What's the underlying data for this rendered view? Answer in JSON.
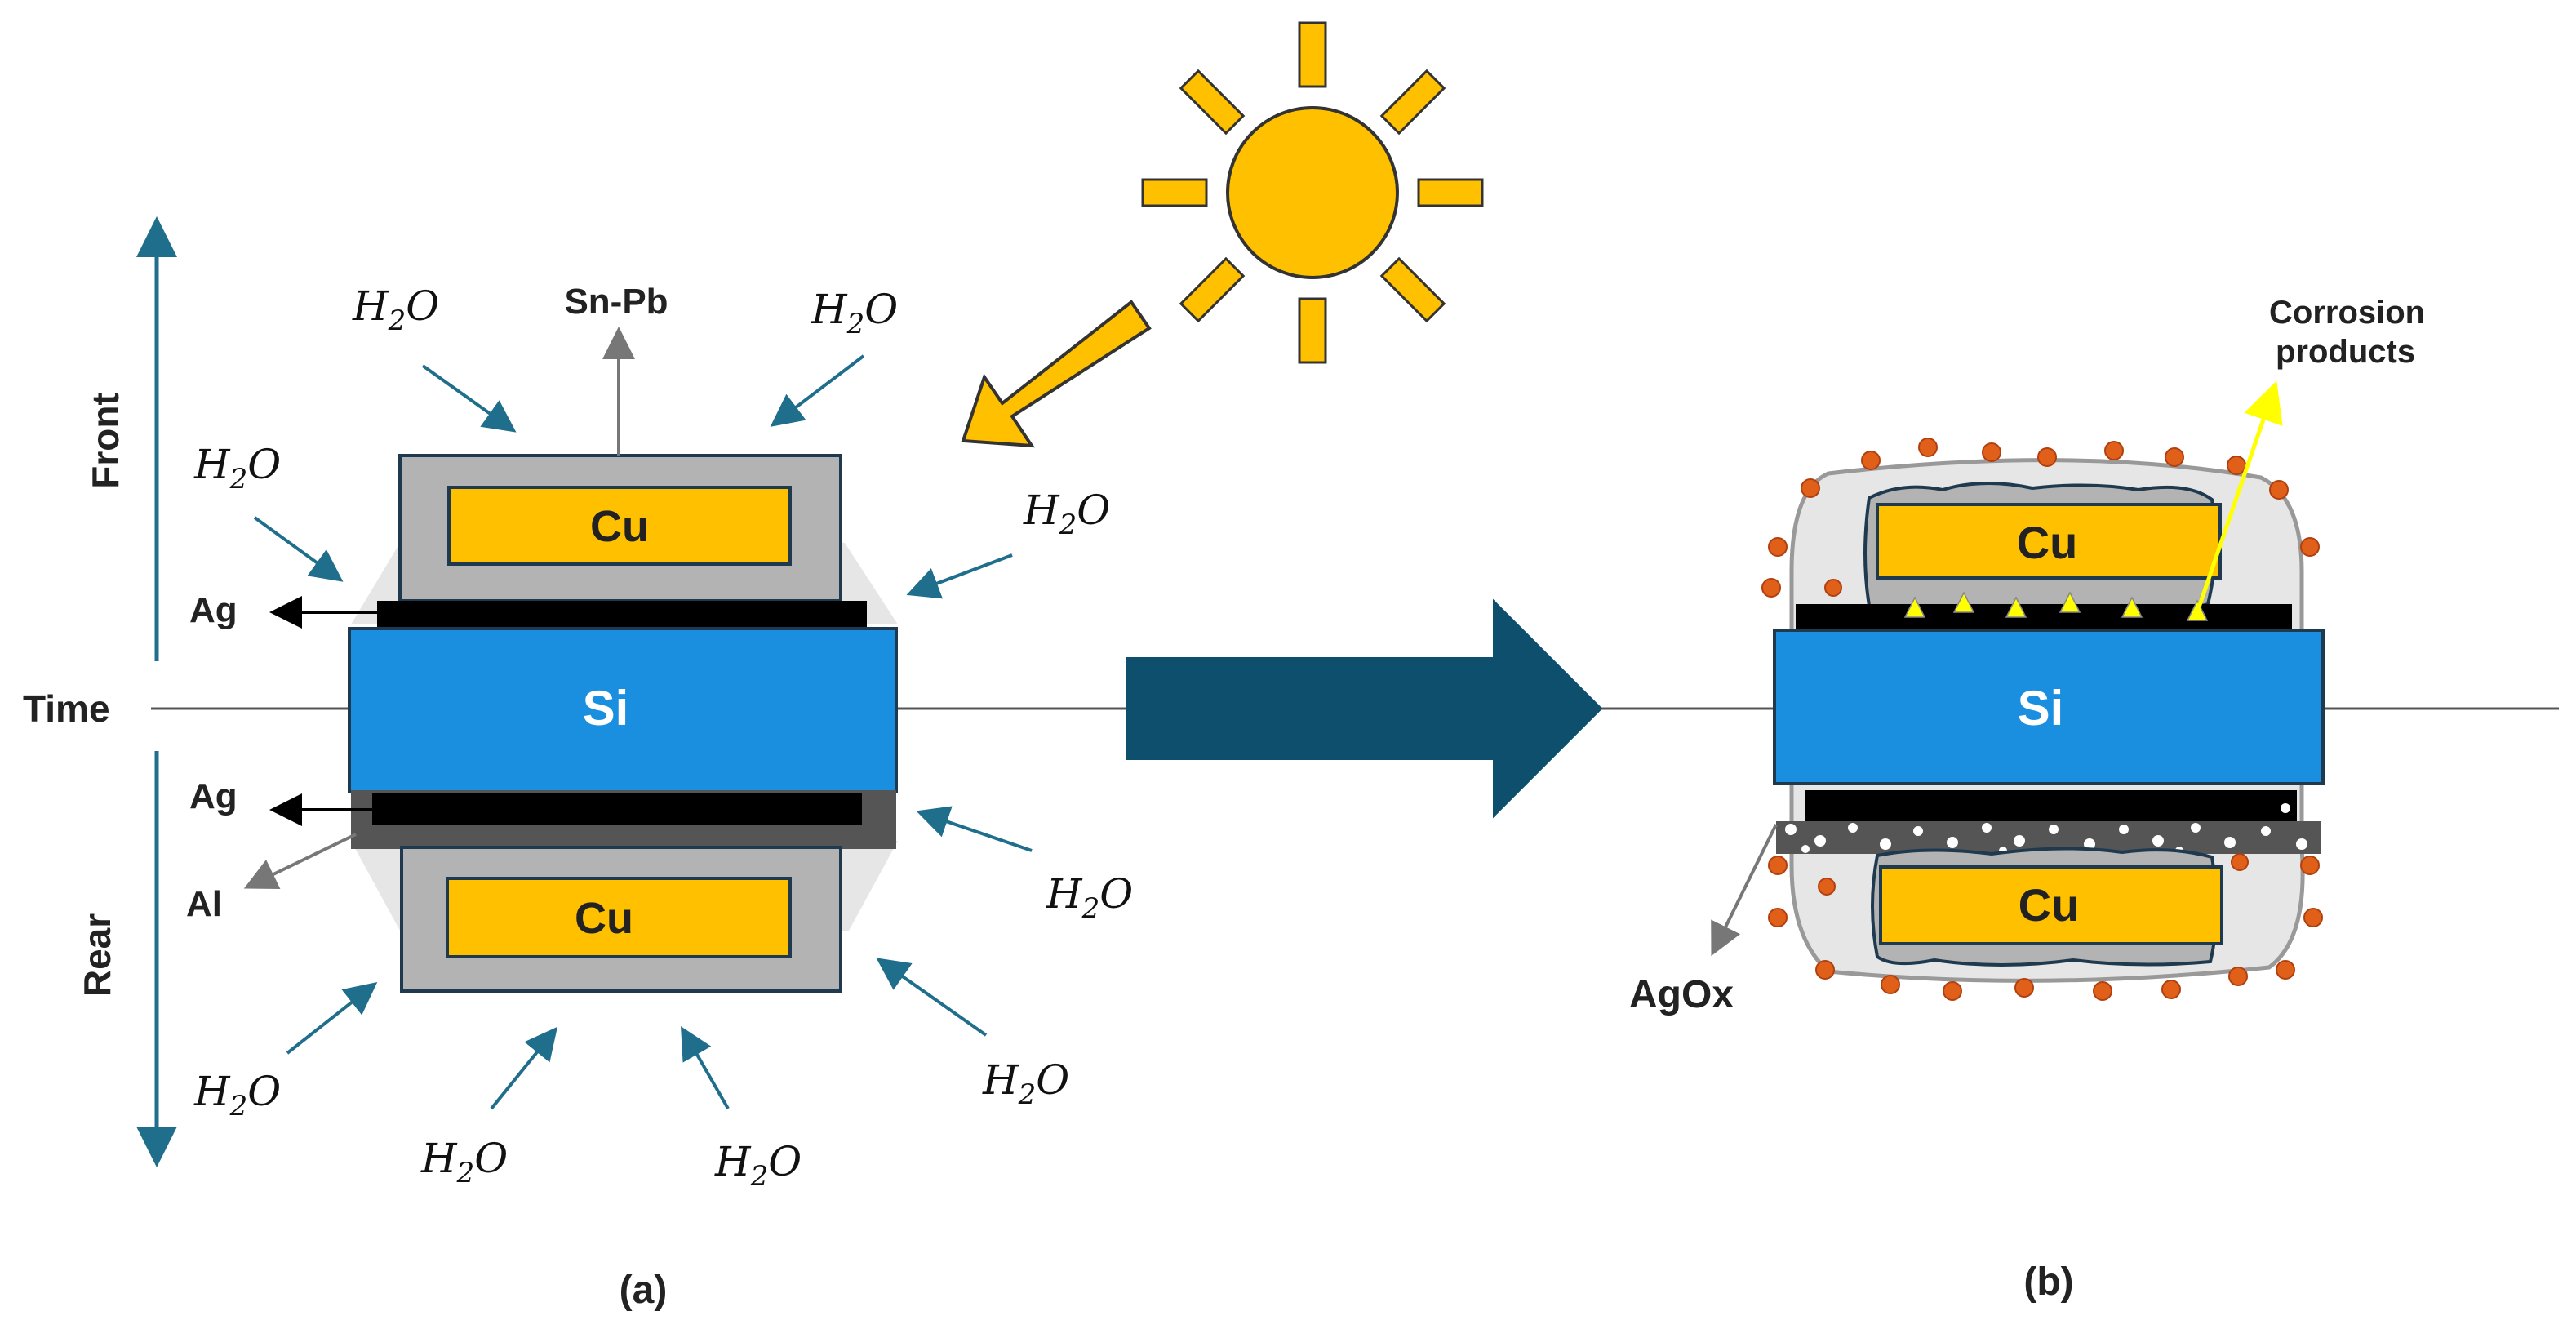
{
  "axis": {
    "front": "Front",
    "rear": "Rear",
    "time": "Time"
  },
  "panel_a": {
    "caption": "(a)",
    "cu_top": "Cu",
    "cu_bottom": "Cu",
    "si": "Si",
    "sn_pb": "Sn-Pb",
    "ag_front": "Ag",
    "ag_rear": "Ag",
    "al": "Al",
    "water": {
      "main": "H",
      "sub": "2",
      "tail": "O"
    }
  },
  "panel_b": {
    "caption": "(b)",
    "cu_top": "Cu",
    "cu_bottom": "Cu",
    "si": "Si",
    "corrosion_line1": "Corrosion",
    "corrosion_line2": "products",
    "agox": "AgOx"
  },
  "colors": {
    "copper": "#FFC000",
    "silicon": "#1A8FE0",
    "sun": "#FFC000",
    "water_arrow": "#1F6E8C",
    "big_arrow": "#0E4F6E",
    "corrosion_dot": "#E0601A",
    "corrosion_marker": "#FFFF00"
  },
  "icons": {
    "sun": "sun-icon",
    "light_arrow": "sunlight-arrow-icon",
    "process_arrow": "progress-arrow-icon"
  }
}
